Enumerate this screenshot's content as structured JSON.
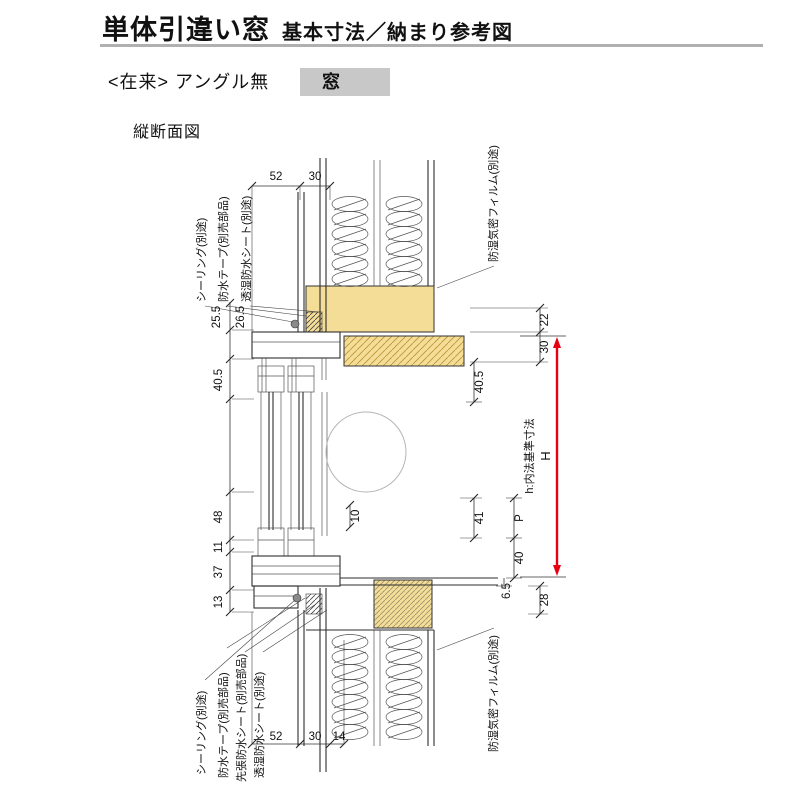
{
  "header": {
    "title_main": "単体引違い窓",
    "title_sub": "基本寸法／納まり参考図",
    "variant_prefix": "<在来> アングル無",
    "variant_box": "窓",
    "section_title": "縦断面図"
  },
  "part_labels": {
    "top_left": [
      "シーリング(別途)",
      "防水テープ(別売部品)",
      "透湿防水シート(別途)"
    ],
    "top_right": "防湿気密フィルム(別途)",
    "bottom_left": [
      "シーリング(別途)",
      "防水テープ(別売部品)",
      "先張防水シート(別売部品)",
      "透湿防水シート(別途)"
    ],
    "bottom_right": "防湿気密フィルム(別途)"
  },
  "dims": {
    "top": [
      "52",
      "30"
    ],
    "bottom": [
      "52",
      "30",
      "14"
    ],
    "left": [
      "25.5",
      "26.5",
      "40.5",
      "48",
      "11",
      "37",
      "13"
    ],
    "right": [
      "22",
      "30",
      "40.5",
      "41",
      "P",
      "40",
      "6.5",
      "28"
    ],
    "mid": [
      "10"
    ],
    "height": {
      "label": "H",
      "note": "h:内法基準寸法"
    }
  },
  "colors": {
    "wood": "#f3dd97",
    "accent_red": "#e60012",
    "badge_gray": "#c8c8c8",
    "rule_gray": "#b0b0b0"
  }
}
